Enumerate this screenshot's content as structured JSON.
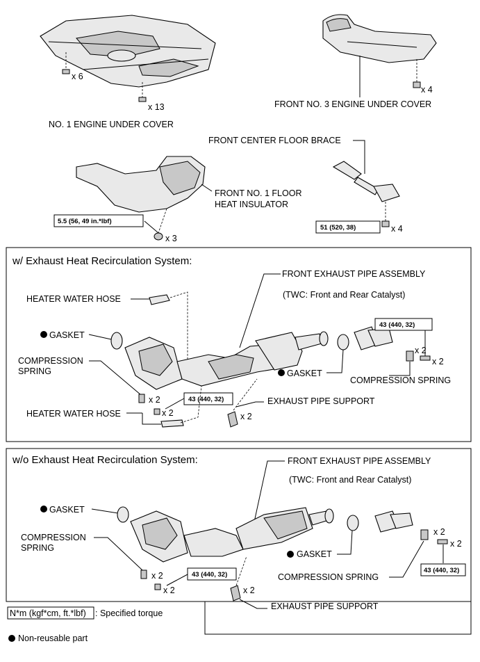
{
  "top": {
    "no1_cover": {
      "label": "NO. 1 ENGINE UNDER COVER",
      "qty_a": "x 6",
      "qty_b": "x 13"
    },
    "no3_cover": {
      "label": "FRONT NO. 3 ENGINE UNDER COVER",
      "qty": "x 4"
    },
    "floor_brace": {
      "label": "FRONT CENTER FLOOR BRACE",
      "qty": "x 4",
      "torque": "51 (520, 38)"
    },
    "heat_insulator": {
      "label_line1": "FRONT NO. 1 FLOOR",
      "label_line2": "HEAT INSULATOR",
      "qty": "x 3",
      "torque": "5.5 (56, 49 in.*lbf)"
    }
  },
  "with_system": {
    "title": "w/ Exhaust Heat Recirculation System:",
    "pipe_label": "FRONT EXHAUST PIPE ASSEMBLY",
    "pipe_sub": "(TWC: Front and Rear Catalyst)",
    "hose_top": "HEATER WATER HOSE",
    "hose_bottom": "HEATER WATER HOSE",
    "gasket_left": "GASKET",
    "gasket_right": "GASKET",
    "spring_left_1": "COMPRESSION",
    "spring_left_2": "SPRING",
    "spring_right": "COMPRESSION SPRING",
    "support": "EXHAUST PIPE SUPPORT",
    "torque_left": "43 (440, 32)",
    "torque_right": "43 (440, 32)",
    "x2_a": "x 2",
    "x2_b": "x 2",
    "x2_c": "x 2",
    "x2_d": "x 2",
    "x2_e": "x 2"
  },
  "without_system": {
    "title": "w/o Exhaust Heat Recirculation System:",
    "pipe_label": "FRONT EXHAUST PIPE ASSEMBLY",
    "pipe_sub": "(TWC: Front and Rear Catalyst)",
    "gasket_left": "GASKET",
    "gasket_right": "GASKET",
    "spring_left_1": "COMPRESSION",
    "spring_left_2": "SPRING",
    "spring_right": "COMPRESSION SPRING",
    "support": "EXHAUST PIPE SUPPORT",
    "torque_left": "43 (440, 32)",
    "torque_right": "43 (440, 32)",
    "x2_a": "x 2",
    "x2_b": "x 2",
    "x2_c": "x 2",
    "x2_d": "x 2",
    "x2_e": "x 2"
  },
  "legend": {
    "torque_unit": "N*m (kgf*cm, ft.*lbf)",
    "torque_desc": ": Specified torque",
    "nonreusable": "Non-reusable part"
  }
}
